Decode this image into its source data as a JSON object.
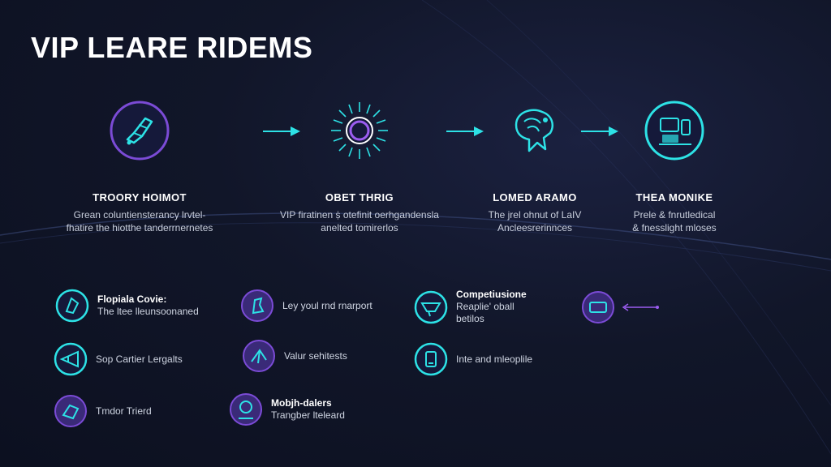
{
  "title": "VIP LEARE RIDEMS",
  "colors": {
    "accent_cyan": "#2de2e6",
    "accent_purple": "#7b4bd6",
    "background": "#111629"
  },
  "steps": [
    {
      "icon": "hand-icon",
      "heading": "TROORY HOIMOT",
      "desc_line1": "Grean coluntiensterancy lrvtel-",
      "desc_line2": "fhatire the hiotthe tanderrnernetes"
    },
    {
      "icon": "burst-icon",
      "heading": "OBET THRIG",
      "desc_line1": "VIP firatinen ṩ otefinit oerhgandensla",
      "desc_line2": "anelted tomirerlos"
    },
    {
      "icon": "brain-icon",
      "heading": "LOMED ARAMO",
      "desc_line1": "The jrel ohnut of LaIV",
      "desc_line2": "Ancleesrerinnces"
    },
    {
      "icon": "devices-icon",
      "heading": "THEA MONIKE",
      "desc_line1": "Prele & fnrutledical",
      "desc_line2": "& fnesslight mloses"
    }
  ],
  "features": [
    {
      "icon": "feature-icon-1",
      "title": "Flopiala Covie:",
      "desc": "The ltee lleunsoonaned"
    },
    {
      "icon": "feature-icon-2",
      "title": "",
      "desc": "Ley youl rnd rnarport"
    },
    {
      "icon": "feature-icon-3",
      "title": "Competiusione",
      "desc": "Reaplie' oball betilos"
    },
    {
      "icon": "feature-icon-4",
      "title": "",
      "desc": ""
    },
    {
      "icon": "feature-icon-5",
      "title": "",
      "desc": "Sop Cartier Lergalts"
    },
    {
      "icon": "feature-icon-6",
      "title": "",
      "desc": "Valur sehitests"
    },
    {
      "icon": "feature-icon-7",
      "title": "",
      "desc": "Inte and mleoplile"
    },
    {
      "icon": "feature-icon-8",
      "title": "",
      "desc": "Tmdor Trierd"
    },
    {
      "icon": "feature-icon-9",
      "title": "Mobjh-dalers",
      "desc": "Trangber lteleard"
    }
  ]
}
